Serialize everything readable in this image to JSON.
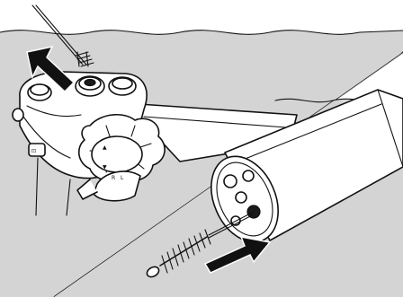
{
  "illustration": {
    "upper_panel": {
      "subject": "control-body-ports-immersed",
      "arrow_direction": "up-left"
    },
    "lower_panel": {
      "subject": "connector-end-with-brush",
      "arrow_direction": "up-right"
    },
    "colors": {
      "water": "#d4d4d4",
      "arrow": "#111111",
      "outline": "#111111",
      "background": "#ffffff"
    },
    "marks": {
      "knob_arrow_up": "▲",
      "knob_arrow_down": "▼",
      "knob_letter_r": "R",
      "knob_letter_l": "L",
      "side_button_mark": "⊡"
    }
  }
}
